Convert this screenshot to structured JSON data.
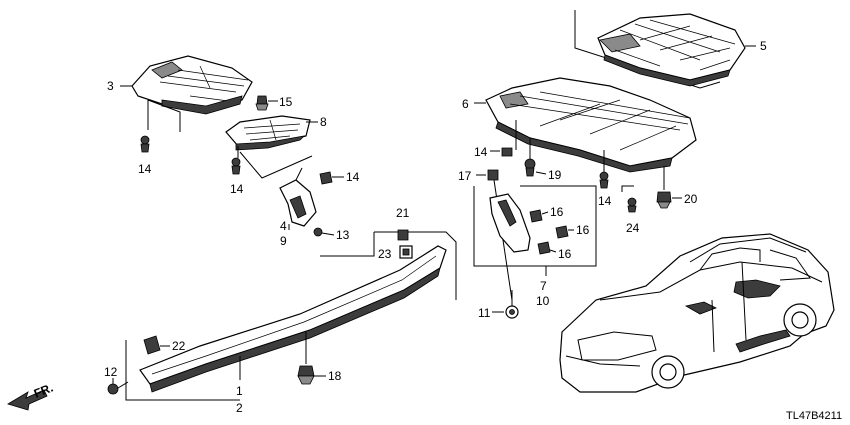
{
  "callouts": {
    "c1": "1",
    "c2": "2",
    "c3": "3",
    "c4": "4",
    "c5": "5",
    "c6": "6",
    "c7": "7",
    "c8": "8",
    "c9": "9",
    "c10": "10",
    "c11": "11",
    "c12": "12",
    "c13": "13",
    "c14a": "14",
    "c14b": "14",
    "c14c": "14",
    "c14d": "14",
    "c15": "15",
    "c16a": "16",
    "c16b": "16",
    "c16c": "16",
    "c17": "17",
    "c18": "18",
    "c19": "19",
    "c20": "20",
    "c21": "21",
    "c22": "22",
    "c23": "23",
    "c24": "24"
  },
  "direction_label": "FR.",
  "diagram_code": "TL47B4211",
  "icons": {
    "front_arrow": "front-direction-arrow-icon",
    "vehicle": "vehicle-outline-icon"
  }
}
